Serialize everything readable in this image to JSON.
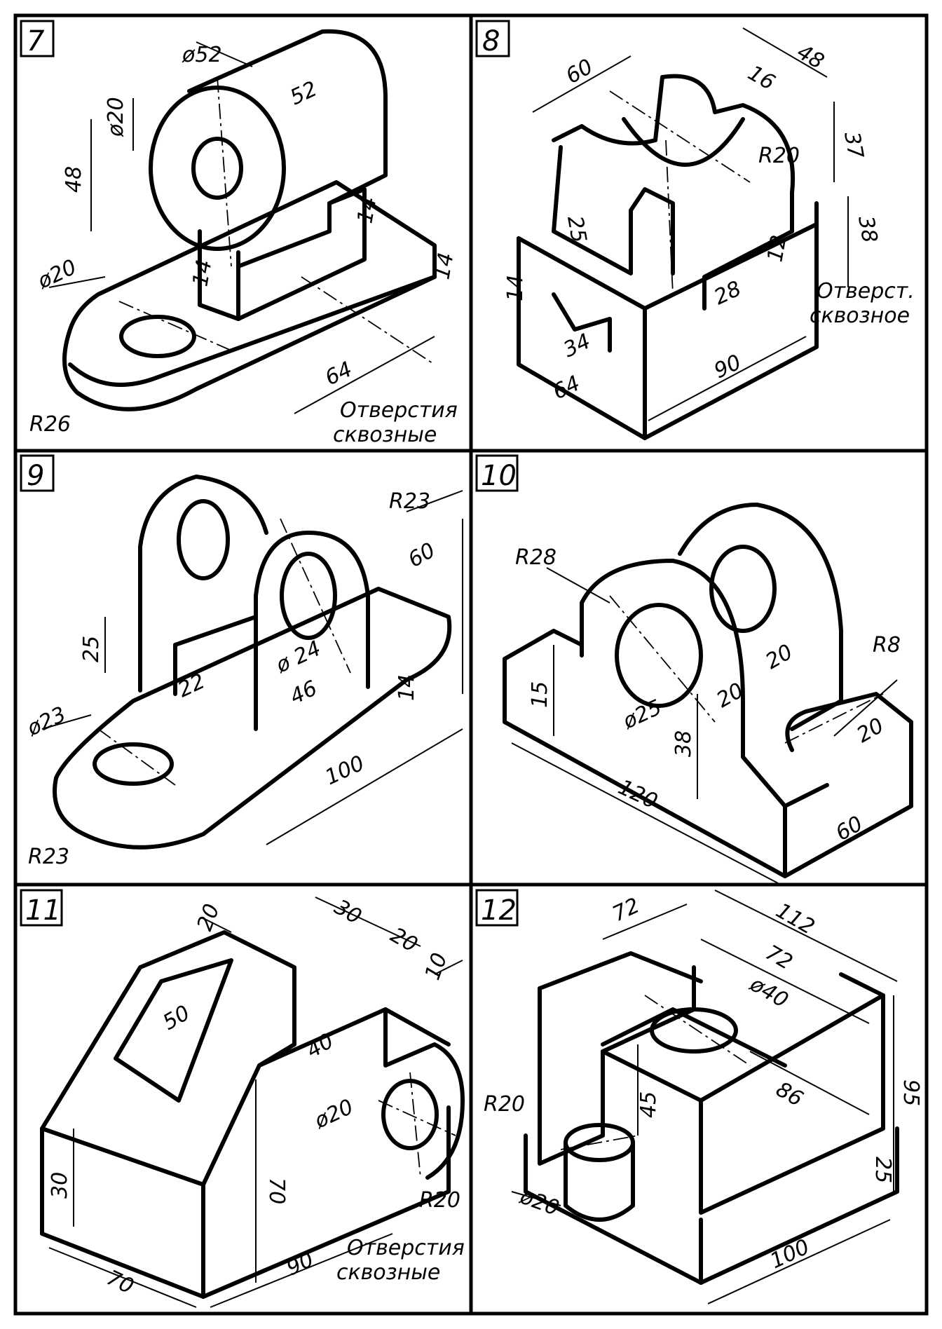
{
  "panels": [
    {
      "number": "7",
      "labels": [
        "ø52",
        "52",
        "ø20",
        "48",
        "14",
        "14",
        "14",
        "ø20",
        "64",
        "R26"
      ],
      "note": [
        "Отверстия",
        "сквозные"
      ]
    },
    {
      "number": "8",
      "labels": [
        "60",
        "48",
        "16",
        "37",
        "R20",
        "25",
        "38",
        "12",
        "28",
        "34",
        "64",
        "90",
        "14"
      ],
      "note": [
        "Отверст.",
        "сквозное"
      ]
    },
    {
      "number": "9",
      "labels": [
        "R23",
        "60",
        "25",
        "22",
        "ø 24",
        "46",
        "14",
        "ø23",
        "100",
        "R23"
      ],
      "note": []
    },
    {
      "number": "10",
      "labels": [
        "R28",
        "R8",
        "20",
        "20",
        "15",
        "ø25",
        "38",
        "20",
        "120",
        "60"
      ],
      "note": []
    },
    {
      "number": "11",
      "labels": [
        "20",
        "30",
        "20",
        "10",
        "50",
        "40",
        "ø20",
        "70",
        "30",
        "R20",
        "70",
        "90"
      ],
      "note": [
        "Отверстия",
        "сквозные"
      ]
    },
    {
      "number": "12",
      "labels": [
        "72",
        "112",
        "72",
        "ø40",
        "86",
        "45",
        "95",
        "25",
        "R20",
        "ø20",
        "100"
      ],
      "note": []
    }
  ]
}
